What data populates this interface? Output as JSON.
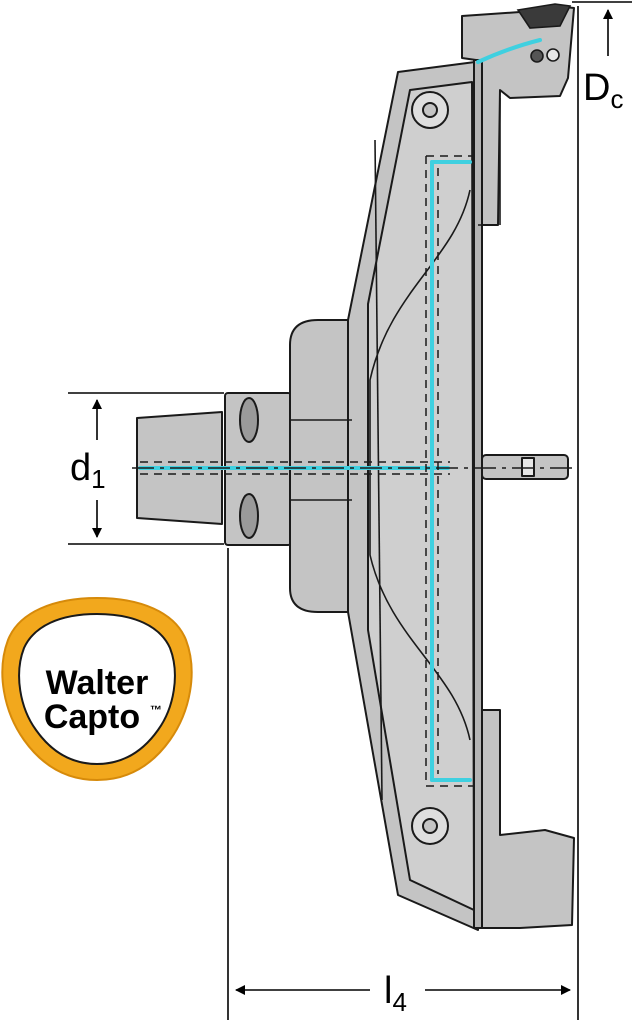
{
  "drawing": {
    "dimensions": {
      "dc": {
        "main": "D",
        "sub": "c"
      },
      "d1": {
        "main": "d",
        "sub": "1"
      },
      "l4": {
        "main": "l",
        "sub": "4"
      }
    },
    "logo": {
      "line1": "Walter",
      "line2": "Capto",
      "trademark": "™"
    },
    "colors": {
      "body": "#c4c4c4",
      "outline": "#1a1a1a",
      "coolant": "#3fd0e0",
      "logo_ring": "#f2a81d"
    }
  }
}
